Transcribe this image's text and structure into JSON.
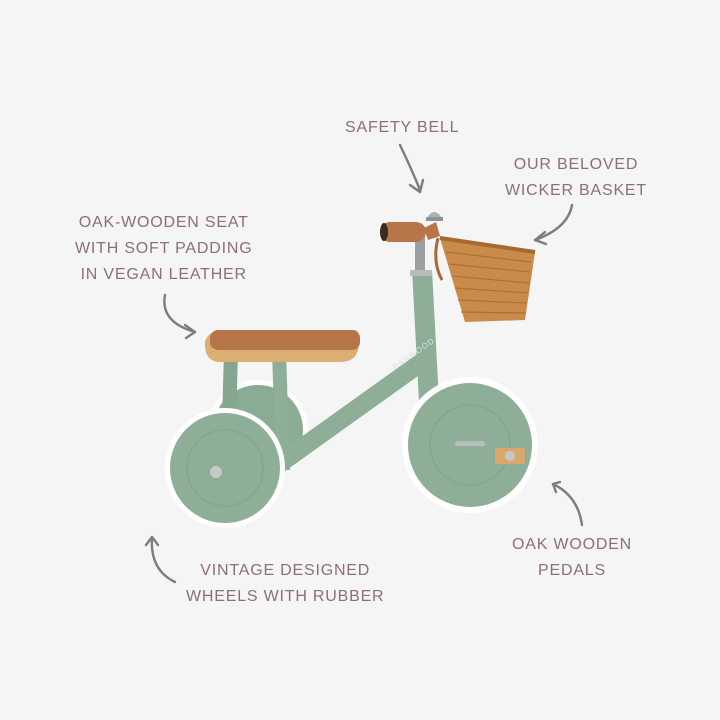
{
  "product": {
    "name": "Tricycle",
    "brand_mark": "BANWOOD",
    "colors": {
      "background": "#f5f5f5",
      "frame": "#8fae98",
      "frame_dark": "#7c9c86",
      "tire": "#ffffff",
      "leather": "#b8764a",
      "wood": "#d9a86a",
      "basket": "#c98a4a",
      "label_text": "#8c6f78",
      "arrow": "#7d7d7d"
    }
  },
  "callouts": {
    "safety_bell": {
      "lines": [
        "SAFETY BELL"
      ]
    },
    "basket": {
      "lines": [
        "OUR BELOVED",
        "WICKER BASKET"
      ]
    },
    "seat": {
      "lines": [
        "OAK-WOODEN SEAT",
        "WITH SOFT PADDING",
        "IN VEGAN LEATHER"
      ]
    },
    "pedals": {
      "lines": [
        "OAK WOODEN",
        "PEDALS"
      ]
    },
    "wheels": {
      "lines": [
        "VINTAGE DESIGNED",
        "WHEELS WITH RUBBER"
      ]
    }
  }
}
